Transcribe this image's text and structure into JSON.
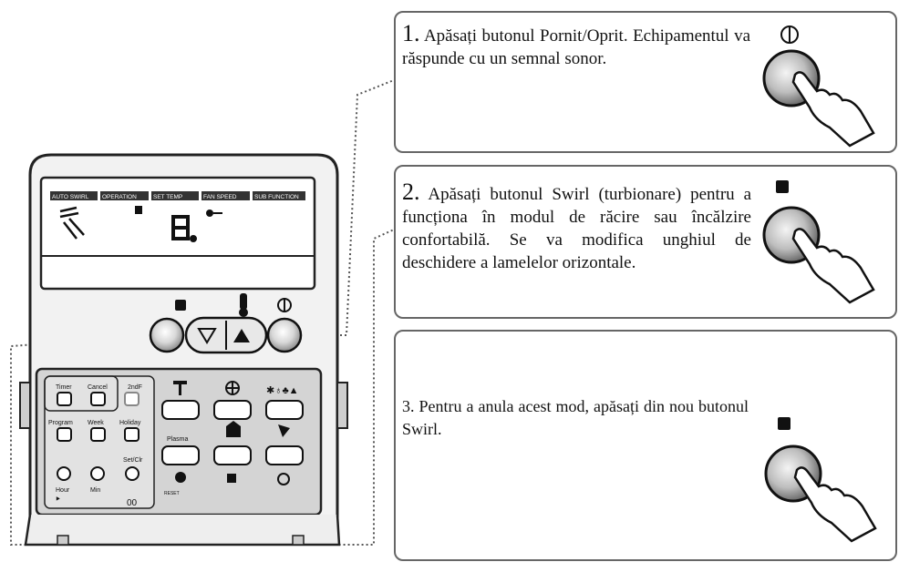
{
  "remote": {
    "lcd_labels": [
      "AUTO SWIRL",
      "OPERATION",
      "SET TEMP",
      "FAN SPEED",
      "SUB FUNCTION"
    ],
    "keypad_labels": {
      "timer": "Timer",
      "cancel": "Cancel",
      "second_f": "2ndF",
      "program": "Program",
      "week": "Week",
      "holiday": "Holiday",
      "hour": "Hour",
      "min": "Min",
      "set_clr": "Set/Clr",
      "plasma": "Plasma",
      "reset": "RESET"
    }
  },
  "steps": [
    {
      "number": "1.",
      "text": "Apăsați butonul Pornit/Oprit. Echipamentul va răspunde cu un semnal sonor.",
      "icon": "power-icon"
    },
    {
      "number": "2.",
      "text": "Apăsați butonul Swirl (turbionare) pentru a funcționa în modul de răcire sau încălzire confortabilă. Se va modifica unghiul de deschidere a lamelelor orizontale.",
      "icon": "swirl-icon"
    },
    {
      "number": "3.",
      "text": "Pentru a anula acest mod, apăsați din nou butonul Swirl.",
      "icon": "swirl-icon"
    }
  ]
}
